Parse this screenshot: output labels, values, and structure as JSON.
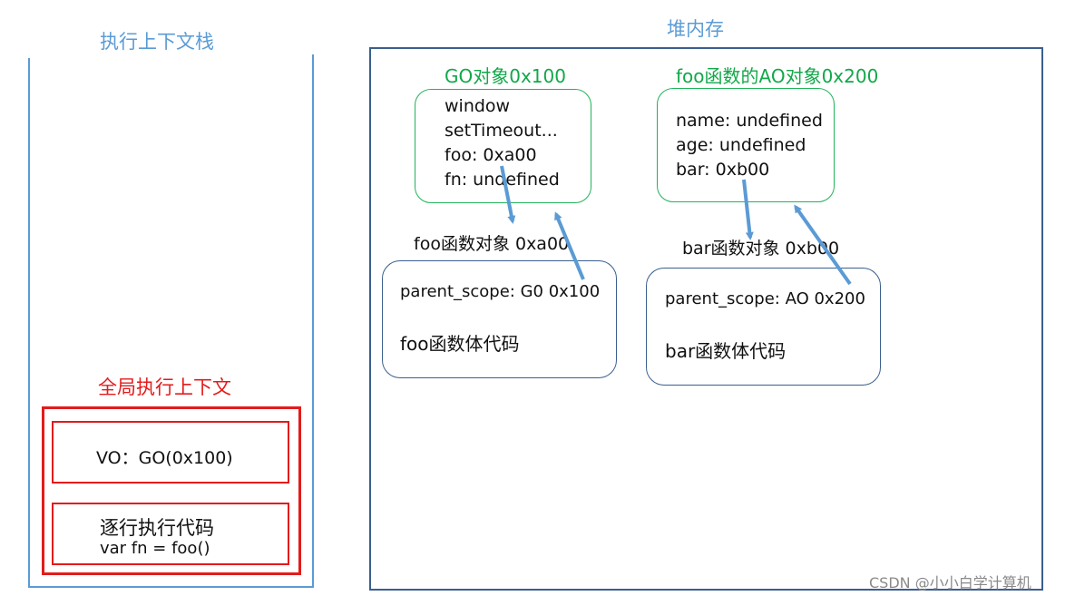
{
  "stack": {
    "title": "执行上下文栈",
    "global_context_title": "全局执行上下文",
    "vo_text": "VO：GO(0x100)",
    "exec_title": "逐行执行代码",
    "exec_code": "var fn = foo()"
  },
  "heap": {
    "title": "堆内存",
    "go": {
      "title": "GO对象0x100",
      "lines": [
        "window",
        "setTimeout...",
        "foo: 0xa00",
        "fn: undefined"
      ]
    },
    "ao": {
      "title": "foo函数的AO对象0x200",
      "lines": [
        "name: undefined",
        "age: undefined",
        "bar: 0xb00"
      ]
    },
    "foo_func": {
      "title": "foo函数对象 0xa00",
      "scope": "parent_scope: G0 0x100",
      "body": "foo函数体代码"
    },
    "bar_func": {
      "title": "bar函数对象 0xb00",
      "scope": "parent_scope: AO 0x200",
      "body": "bar函数体代码"
    }
  },
  "watermark": "CSDN @小小白学计算机",
  "colors": {
    "stack_blue": "#5b9bd5",
    "heap_frame": "#3a5f8e",
    "green": "#12a84a",
    "red": "#e31b1b",
    "arrow": "#5b9bd5"
  }
}
